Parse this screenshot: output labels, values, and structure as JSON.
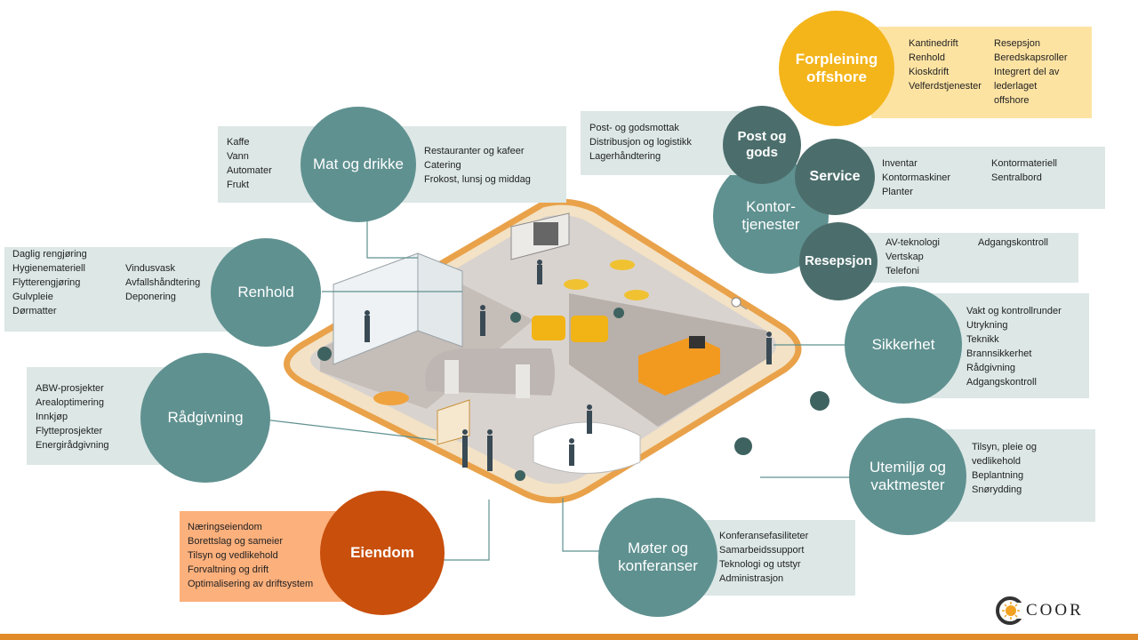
{
  "services": {
    "mat": {
      "title": "Mat og drikke",
      "left": [
        "Kaffe",
        "Vann",
        "Automater",
        "Frukt"
      ],
      "right": [
        "Restauranter  og kafeer",
        "Catering",
        "Frokost, lunsj og middag"
      ]
    },
    "renhold": {
      "title": "Renhold",
      "col1": [
        "Daglig rengjøring",
        "Hygienemateriell",
        "Flytterengjøring",
        "Gulvpleie",
        "Dørmatter"
      ],
      "col2": [
        "Vindusvask",
        "Avfallshåndtering",
        "Deponering"
      ]
    },
    "radgivning": {
      "title": "Rådgivning",
      "items": [
        "ABW-prosjekter",
        "Arealoptimering",
        "Innkjøp",
        "Flytteprosjekter",
        "Energirådgivning"
      ]
    },
    "eiendom": {
      "title": "Eiendom",
      "items": [
        "Næringseiendom",
        "Borettslag  og sameier",
        "Tilsyn og vedlikehold",
        "Forvaltning  og drift",
        "Optimalisering  av driftsystem"
      ]
    },
    "moter": {
      "title_line1": "Møter og",
      "title_line2": "konferanser",
      "items": [
        "Konferansefasiliteter",
        "Samarbeidssupport",
        "Teknologi og utstyr",
        "Administrasjon"
      ]
    },
    "utemiljo": {
      "title_line1": "Utemiljø og",
      "title_line2": "vaktmester",
      "items": [
        "Tilsyn, pleie og",
        "vedlikehold",
        "Beplantning",
        "Snørydding"
      ]
    },
    "sikkerhet": {
      "title": "Sikkerhet",
      "items": [
        "Vakt og kontrollrunder",
        "Utrykning",
        "Teknikk",
        "Brannsikkerhet",
        "Rådgivning",
        "Adgangskontroll"
      ]
    },
    "resepsjon": {
      "title": "Resepsjon",
      "col1": [
        "AV-teknologi",
        "Vertskap",
        "Telefoni"
      ],
      "col2": [
        "Adgangskontroll"
      ]
    },
    "service": {
      "title": "Service",
      "col1": [
        "Inventar",
        "Kontormaskiner",
        "Planter"
      ],
      "col2": [
        "Kontormateriell",
        "Sentralbord"
      ]
    },
    "post": {
      "title_line1": "Post og",
      "title_line2": "gods",
      "items": [
        "Post- og godsmottak",
        "Distribusjon og logistikk",
        "Lagerhåndtering"
      ]
    },
    "kontor": {
      "title_line1": "Kontor-",
      "title_line2": "tjenester"
    },
    "forpleining": {
      "title_line1": "Forpleining",
      "title_line2": "offshore",
      "col1": [
        "Kantinedrift",
        "Renhold",
        "Kioskdrift",
        "Velferdstjenester"
      ],
      "col2": [
        "Resepsjon",
        "Beredskapsroller",
        "Integrert  del av",
        "lederlaget",
        "offshore"
      ]
    }
  },
  "logo": {
    "text": "COOR"
  },
  "colors": {
    "teal": "#5f9190",
    "dark_teal": "#4b6e6c",
    "orange": "#c84f0c",
    "gold": "#f4b51b",
    "box": "#dce7e6",
    "peach_box": "#fcb07c",
    "yellow_box": "#fde3a2",
    "accent_bar": "#e08a2a"
  }
}
